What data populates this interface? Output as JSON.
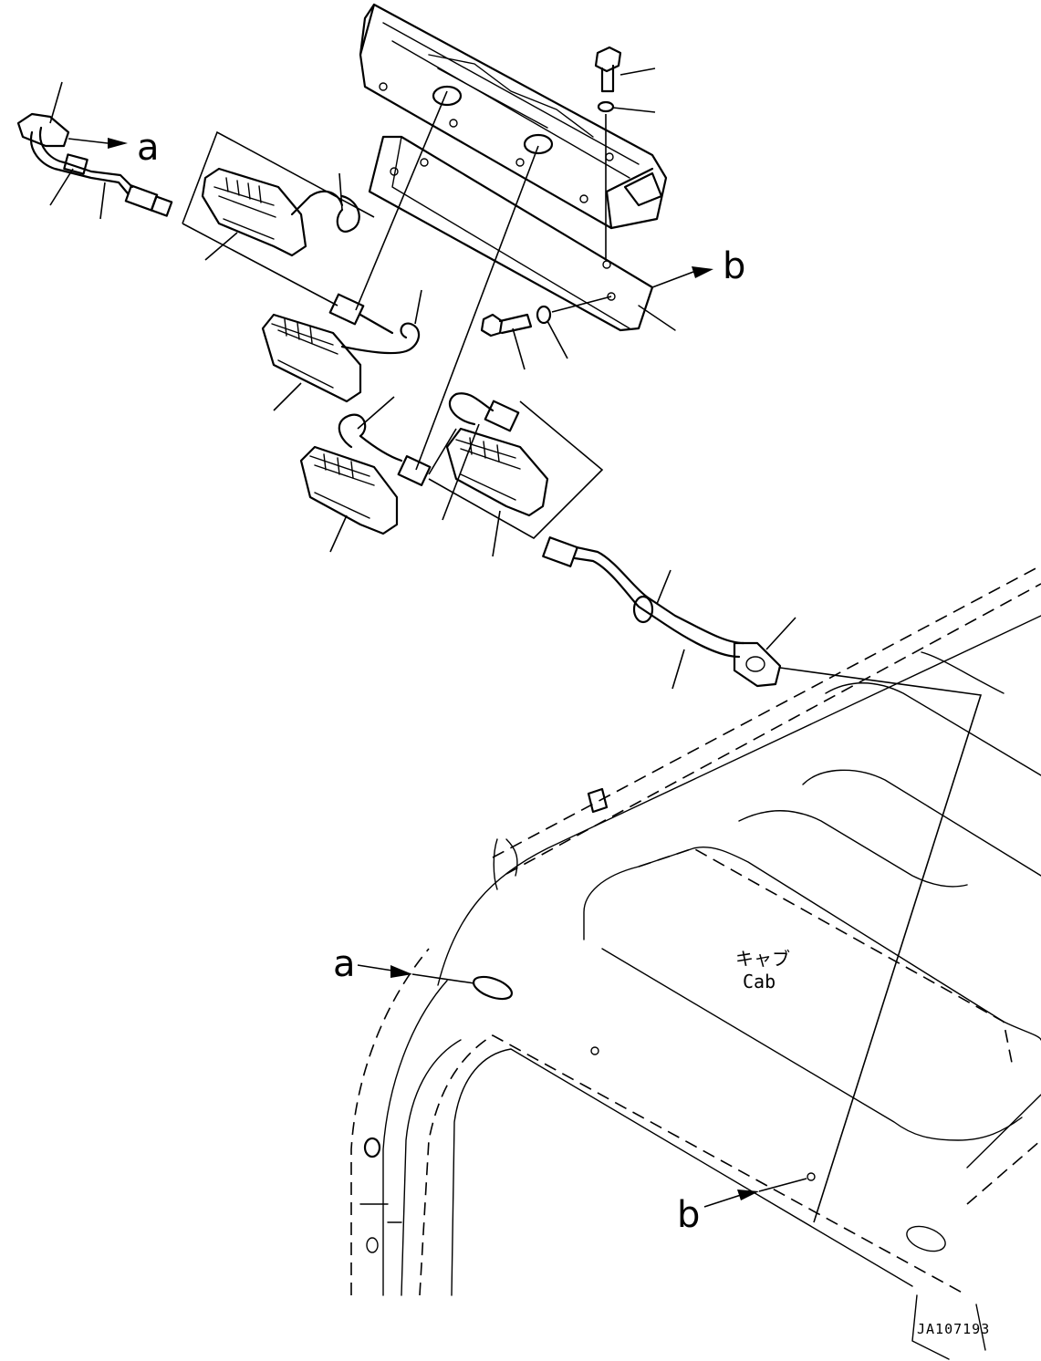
{
  "callouts": {
    "a_top": "a",
    "b_top": "b",
    "a_cab": "a",
    "b_cab": "b"
  },
  "cab_label": {
    "japanese": "キャブ",
    "english": "Cab"
  },
  "drawing_code": "JA107193"
}
